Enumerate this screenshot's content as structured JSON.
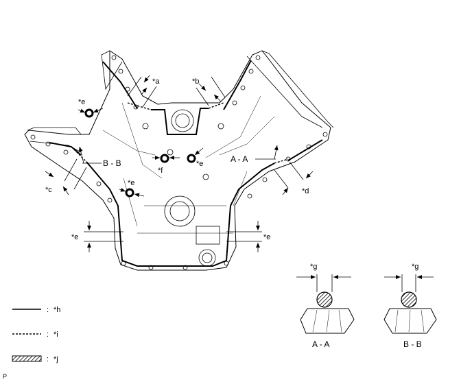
{
  "callouts": {
    "a": "*a",
    "b": "*b",
    "c": "*c",
    "d": "*d",
    "e": "*e",
    "f": "*f",
    "g": "*g"
  },
  "sections": {
    "aa": "A - A",
    "bb": "B - B"
  },
  "legend": [
    {
      "style": "solid",
      "sep": ":",
      "label": "*h"
    },
    {
      "style": "dashed",
      "sep": ":",
      "label": "*i"
    },
    {
      "style": "hatched",
      "sep": ":",
      "label": "*j"
    }
  ],
  "figure_code": "P"
}
